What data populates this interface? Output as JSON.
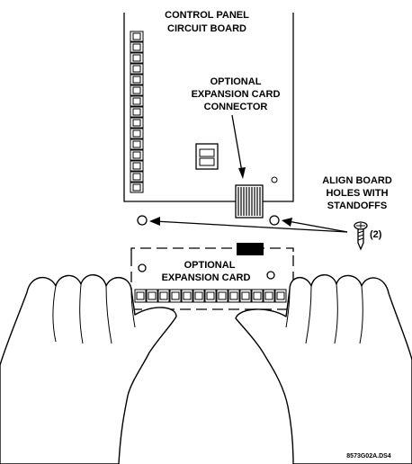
{
  "labels": {
    "control_panel_line1": "CONTROL PANEL",
    "control_panel_line2": "CIRCUIT BOARD",
    "connector_line1": "OPTIONAL",
    "connector_line2": "EXPANSION CARD",
    "connector_line3": "CONNECTOR",
    "align_line1": "ALIGN BOARD",
    "align_line2": "HOLES WITH",
    "align_line3": "STANDOFFS",
    "standoff_qty": "(2)",
    "card_line1": "OPTIONAL",
    "card_line2": "EXPANSION CARD",
    "figure_code": "8573G02A.DS4"
  },
  "colors": {
    "ink": "#000000",
    "paper": "#ffffff"
  }
}
